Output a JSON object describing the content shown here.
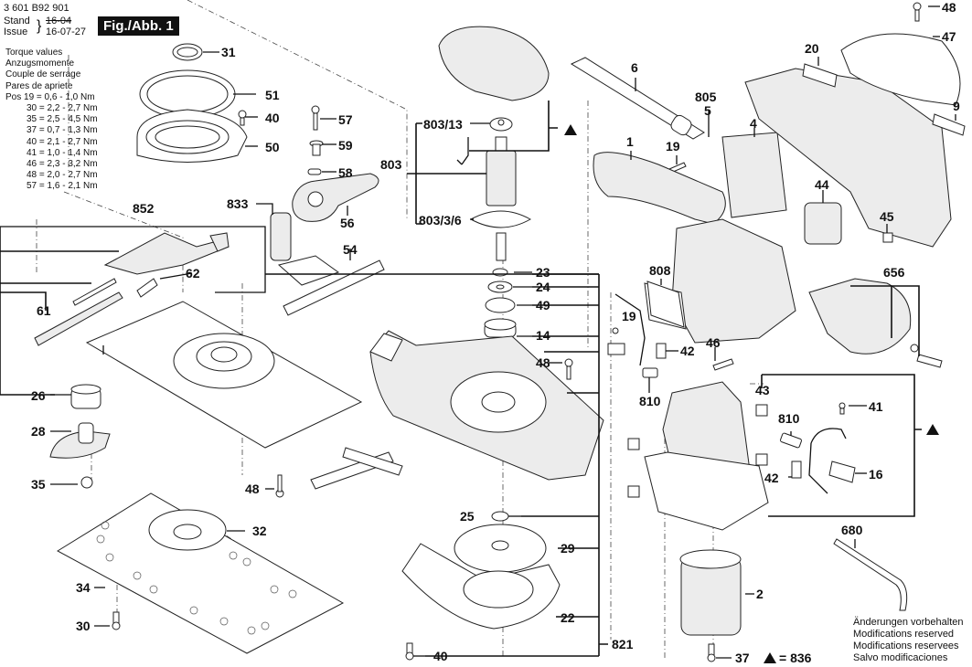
{
  "header": {
    "part_number": "3 601 B92 901",
    "stand_label": "Stand",
    "issue_label": "Issue",
    "stand_value_struck": "16-04",
    "issue_value": "16-07-27",
    "figure_label": "Fig./Abb. 1"
  },
  "torque": {
    "titles": [
      "Torque values",
      "Anzugsmomente",
      "Couple de serrage",
      "Pares de apriete"
    ],
    "prefix": "Pos",
    "rows": [
      {
        "pos": "19",
        "value": "0,6 - 1,0 Nm"
      },
      {
        "pos": "30",
        "value": "2,2 - 2,7 Nm"
      },
      {
        "pos": "35",
        "value": "2,5 - 4,5 Nm"
      },
      {
        "pos": "37",
        "value": "0,7 - 1,3 Nm"
      },
      {
        "pos": "40",
        "value": "2,1 - 2,7 Nm"
      },
      {
        "pos": "41",
        "value": "1,0 - 1,4 Nm"
      },
      {
        "pos": "46",
        "value": "2,3 - 3,2 Nm"
      },
      {
        "pos": "48",
        "value": "2,0 - 2,7 Nm"
      },
      {
        "pos": "57",
        "value": "1,6 - 2,1 Nm"
      }
    ]
  },
  "callouts": {
    "c31": "31",
    "c51": "51",
    "c40a": "40",
    "c50": "50",
    "c57": "57",
    "c59": "59",
    "c58": "58",
    "c833": "833",
    "c56": "56",
    "c54": "54",
    "c852": "852",
    "c62": "62",
    "c61": "61",
    "c26": "26",
    "c28": "28",
    "c35": "35",
    "c48a": "48",
    "c32": "32",
    "c34": "34",
    "c30": "30",
    "c803_13": "803/13",
    "c803": "803",
    "c803_3_6": "803/3/6",
    "c23": "23",
    "c24": "24",
    "c49": "49",
    "c14": "14",
    "c48b": "48",
    "c25": "25",
    "c29": "29",
    "c22": "22",
    "c821": "821",
    "c40b": "40",
    "c6": "6",
    "c805": "805",
    "c5": "5",
    "c4": "4",
    "c1": "1",
    "c19a": "19",
    "c20": "20",
    "c47": "47",
    "c48c": "48",
    "c9": "9",
    "c44": "44",
    "c45": "45",
    "c656": "656",
    "c808": "808",
    "c19b": "19",
    "c42a": "42",
    "c46": "46",
    "c810a": "810",
    "c43": "43",
    "c41": "41",
    "c810b": "810",
    "c42b": "42",
    "c16": "16",
    "c680": "680",
    "c2": "2",
    "c37": "37"
  },
  "legend": {
    "triangle_symbol": "▲",
    "triangle_equals": "= 836"
  },
  "note": {
    "lines": [
      "Änderungen vorbehalten",
      "Modifications reserved",
      "Modifications reservees",
      "Salvo modificaciones"
    ]
  }
}
